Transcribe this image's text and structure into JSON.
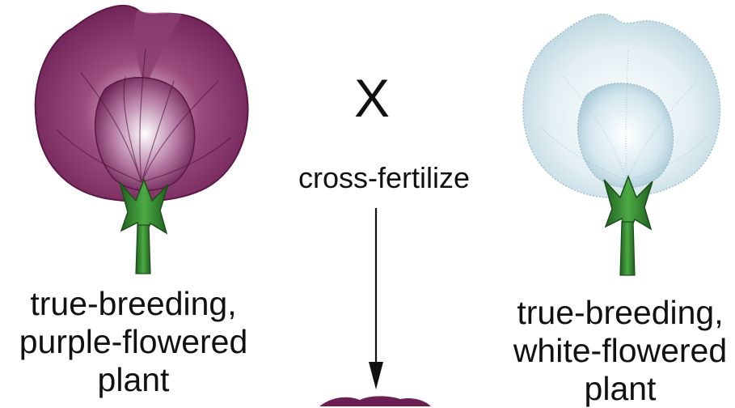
{
  "figure": {
    "cross_symbol": "X",
    "process_label": "cross-fertilize",
    "parent_left": {
      "line1": "true-breeding,",
      "line2": "purple-flowered",
      "line3": "plant",
      "flower_color": "#7a2e5e",
      "stem_color": "#3a8a34"
    },
    "parent_right": {
      "line1": "true-breeding,",
      "line2": "white-flowered",
      "line3": "plant",
      "flower_color": "#cfe3ea",
      "stem_color": "#3a8a34"
    }
  }
}
